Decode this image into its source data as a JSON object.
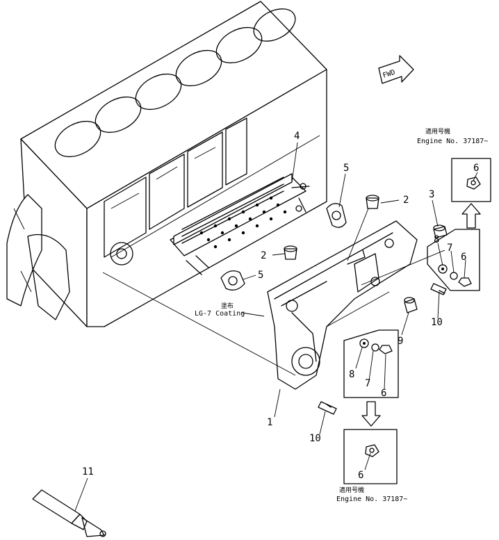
{
  "badge": {
    "fwd": "FWD"
  },
  "notes": {
    "top_jp": "適用号機",
    "top_engine": "Engine No. 37187~",
    "bottom_jp": "適用号機",
    "bottom_engine": "Engine No. 37187~",
    "coating_jp": "塗布",
    "coating": "LG-7 Coating"
  },
  "callouts": {
    "c4": "4",
    "c5a": "5",
    "c5b": "5",
    "c2a": "2",
    "c2b": "2",
    "c3": "3",
    "c8a": "8",
    "c7a": "7",
    "c6a": "6",
    "c10a": "10",
    "c9": "9",
    "c8b": "8",
    "c7b": "7",
    "c6b": "6",
    "c1": "1",
    "c10b": "10",
    "c6top": "6",
    "c6bottom": "6",
    "c11": "11"
  }
}
